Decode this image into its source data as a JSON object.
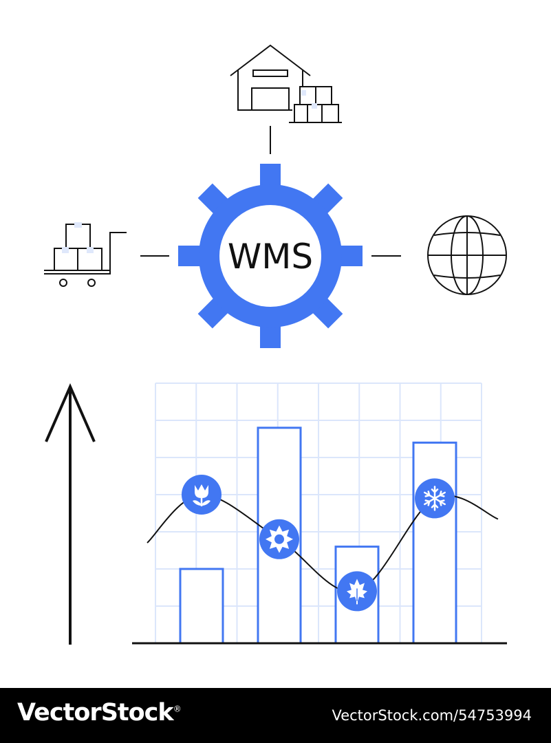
{
  "gear": {
    "label": "WMS"
  },
  "colors": {
    "accent": "#4277f2",
    "grid": "#dbe6fb",
    "line": "#111111",
    "box_fill": "#dfe8fb"
  },
  "icons": {
    "top": "warehouse-icon",
    "left": "hand-truck-boxes-icon",
    "right": "globe-icon",
    "seasons": [
      "tulip-spring-icon",
      "sun-summer-icon",
      "maple-leaf-autumn-icon",
      "snowflake-winter-icon"
    ]
  },
  "chart_data": {
    "type": "bar",
    "categories": [
      "",
      "",
      "",
      ""
    ],
    "values": [
      20,
      58,
      26,
      54
    ],
    "line_series": [
      40,
      28,
      14,
      39
    ],
    "ylim": [
      0,
      70
    ],
    "grid": true
  },
  "footer": {
    "brand": "VectorStock",
    "suffix": "®",
    "image_id": "VectorStock.com/54753994"
  }
}
